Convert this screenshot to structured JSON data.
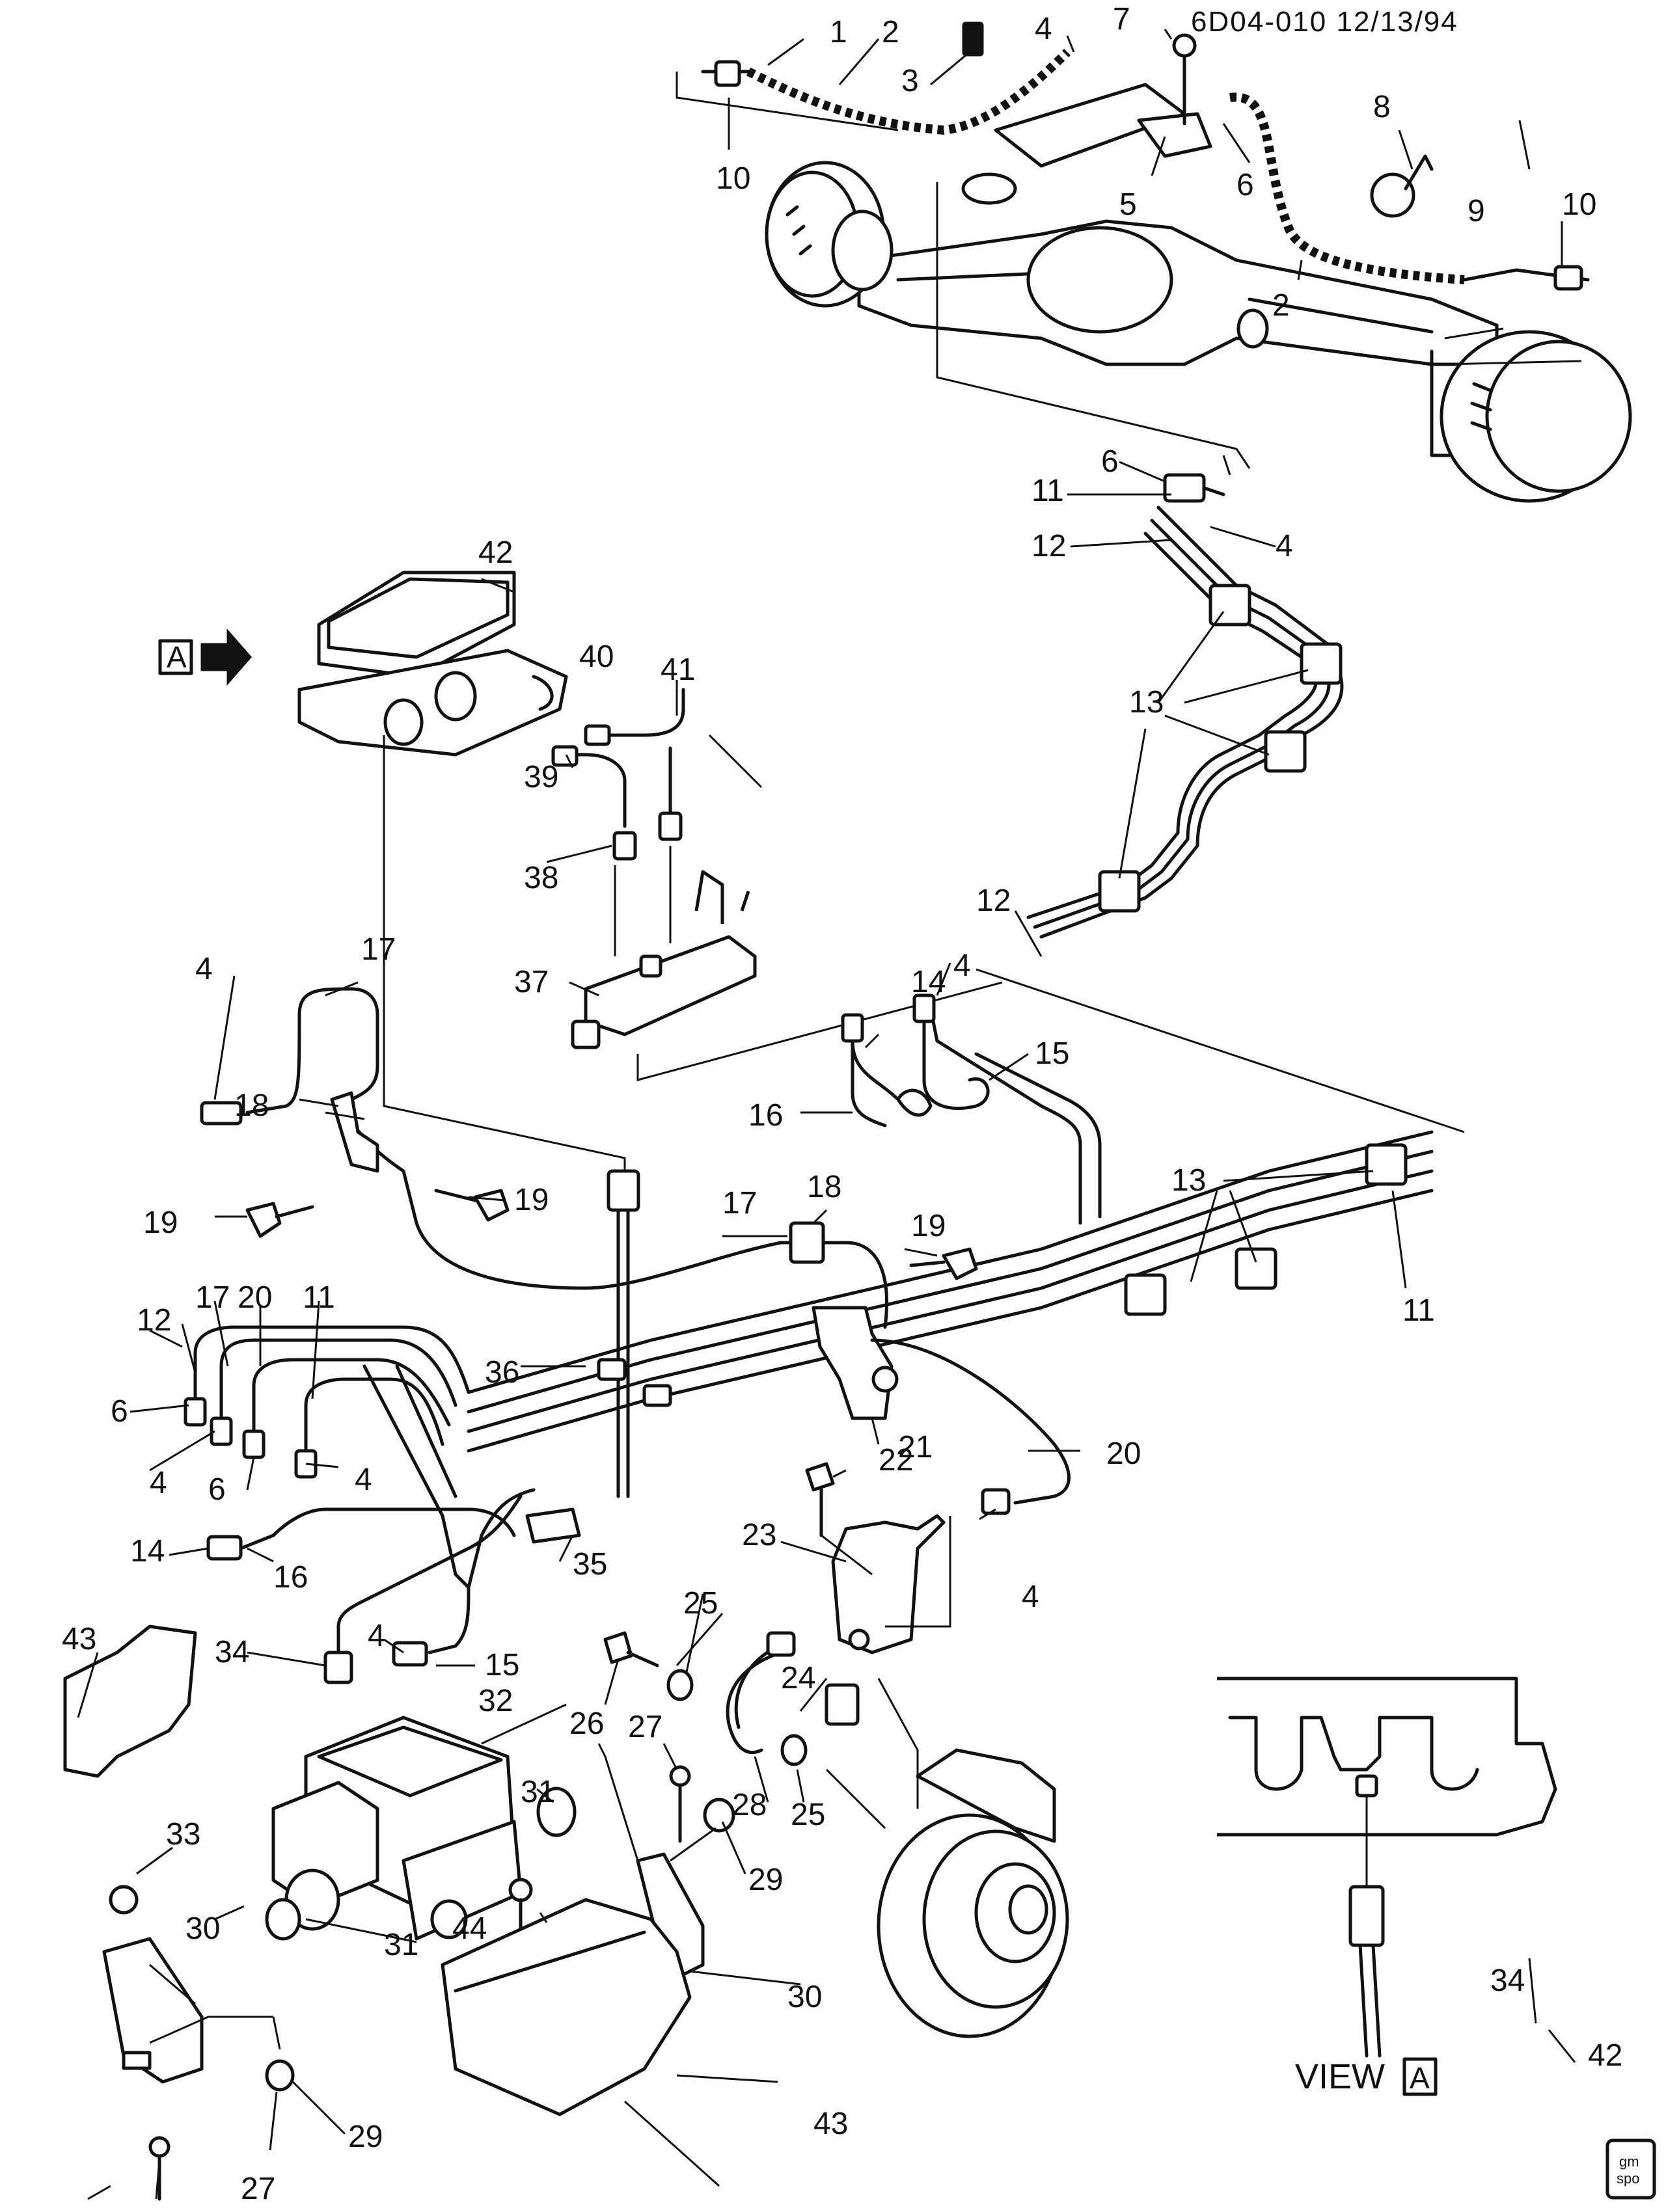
{
  "header": {
    "drawing_id": "6D04-010 12/13/94"
  },
  "view_label": {
    "prefix": "VIEW",
    "letter": "A"
  },
  "arrow_callout": {
    "letter": "A"
  },
  "logo": {
    "line1": "gm",
    "line2": "spo"
  },
  "callouts": {
    "c1": "1",
    "c2": "2",
    "c2b": "2",
    "c3": "3",
    "c4a": "4",
    "c4b": "4",
    "c4c": "4",
    "c4d": "4",
    "c4e": "4",
    "c4f": "4",
    "c4g": "4",
    "c4h": "4",
    "c5": "5",
    "c6a": "6",
    "c6b": "6",
    "c6c": "6",
    "c6d": "6",
    "c7": "7",
    "c8": "8",
    "c9": "9",
    "c10a": "10",
    "c10b": "10",
    "c11a": "11",
    "c11b": "11",
    "c11c": "11",
    "c12a": "12",
    "c12b": "12",
    "c12c": "12",
    "c13a": "13",
    "c13b": "13",
    "c14a": "14",
    "c14b": "14",
    "c15a": "15",
    "c15b": "15",
    "c16a": "16",
    "c16b": "16",
    "c17a": "17",
    "c17b": "17",
    "c17c": "17",
    "c18a": "18",
    "c18b": "18",
    "c19a": "19",
    "c19b": "19",
    "c19c": "19",
    "c20a": "20",
    "c20b": "20",
    "c21": "21",
    "c22": "22",
    "c23": "23",
    "c24": "24",
    "c25a": "25",
    "c25b": "25",
    "c26": "26",
    "c27a": "27",
    "c27b": "27",
    "c28": "28",
    "c29a": "29",
    "c29b": "29",
    "c30a": "30",
    "c30b": "30",
    "c31a": "31",
    "c31b": "31",
    "c32": "32",
    "c33": "33",
    "c34a": "34",
    "c34b": "34",
    "c35": "35",
    "c36": "36",
    "c37": "37",
    "c38": "38",
    "c39": "39",
    "c40": "40",
    "c41": "41",
    "c42a": "42",
    "c42b": "42",
    "c43a": "43",
    "c43b": "43",
    "c44": "44"
  }
}
